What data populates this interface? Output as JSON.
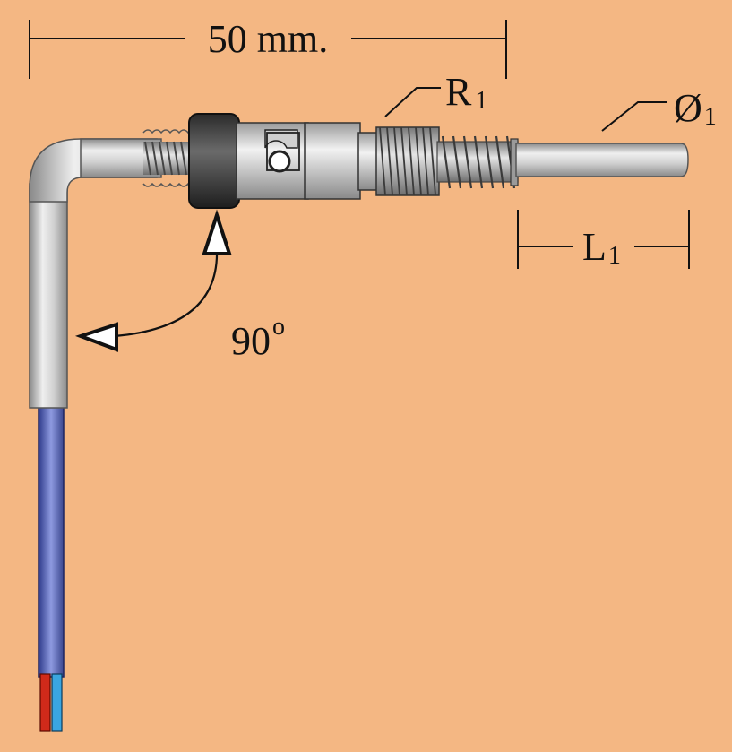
{
  "labels": {
    "overall_length": "50 mm.",
    "thread_prefix": "R",
    "thread_sub": "1",
    "diameter_prefix": "Ø",
    "diameter_sub": "1",
    "tip_length_prefix": "L",
    "tip_length_sub": "1",
    "angle_value": "90",
    "angle_unit": "o"
  },
  "colors": {
    "background": "#f4b783",
    "metal_light": "#e8e8e8",
    "metal_mid": "#c4c4c4",
    "metal_dark": "#7a7a7a",
    "nut": "#3c3c3c",
    "cable": "#5a68b8",
    "wire_red": "#d02a1a",
    "wire_blue": "#3aa6e0",
    "ink": "#111111"
  }
}
